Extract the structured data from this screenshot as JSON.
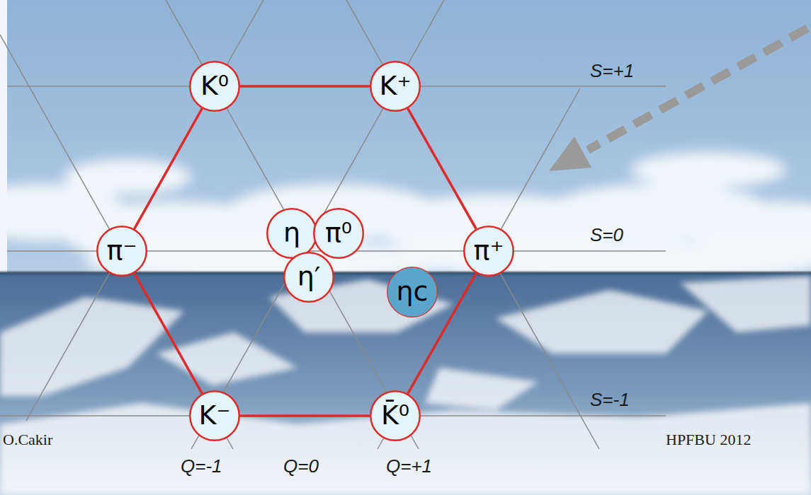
{
  "diagram": {
    "nodes": [
      {
        "text": [
          "K⁰"
        ]
      },
      {
        "text": [
          "K⁺"
        ]
      },
      {
        "text": [
          "π⁻"
        ]
      },
      {
        "text": [
          "η"
        ]
      },
      {
        "text": [
          "π⁰"
        ]
      },
      {
        "text": [
          "π⁺"
        ]
      },
      {
        "text": [
          "η′"
        ]
      },
      {
        "text": [
          "ηc"
        ]
      },
      {
        "text": [
          "K⁻"
        ]
      },
      {
        "text": [
          "K̄⁰"
        ]
      }
    ],
    "edges": [
      {
        "from": 0,
        "to": 1,
        "arrow": "none"
      },
      {
        "from": 1,
        "to": 5,
        "arrow": "none"
      },
      {
        "from": 5,
        "to": 9,
        "arrow": "none"
      },
      {
        "from": 9,
        "to": 8,
        "arrow": "none"
      },
      {
        "from": 8,
        "to": 2,
        "arrow": "none"
      },
      {
        "from": 2,
        "to": 0,
        "arrow": "none"
      }
    ],
    "labels": [
      "S=+1",
      "S=0",
      "S=-1",
      "O.Cakir",
      "HPFBU 2012",
      "Q=-1",
      "Q=0",
      "Q=+1"
    ]
  }
}
